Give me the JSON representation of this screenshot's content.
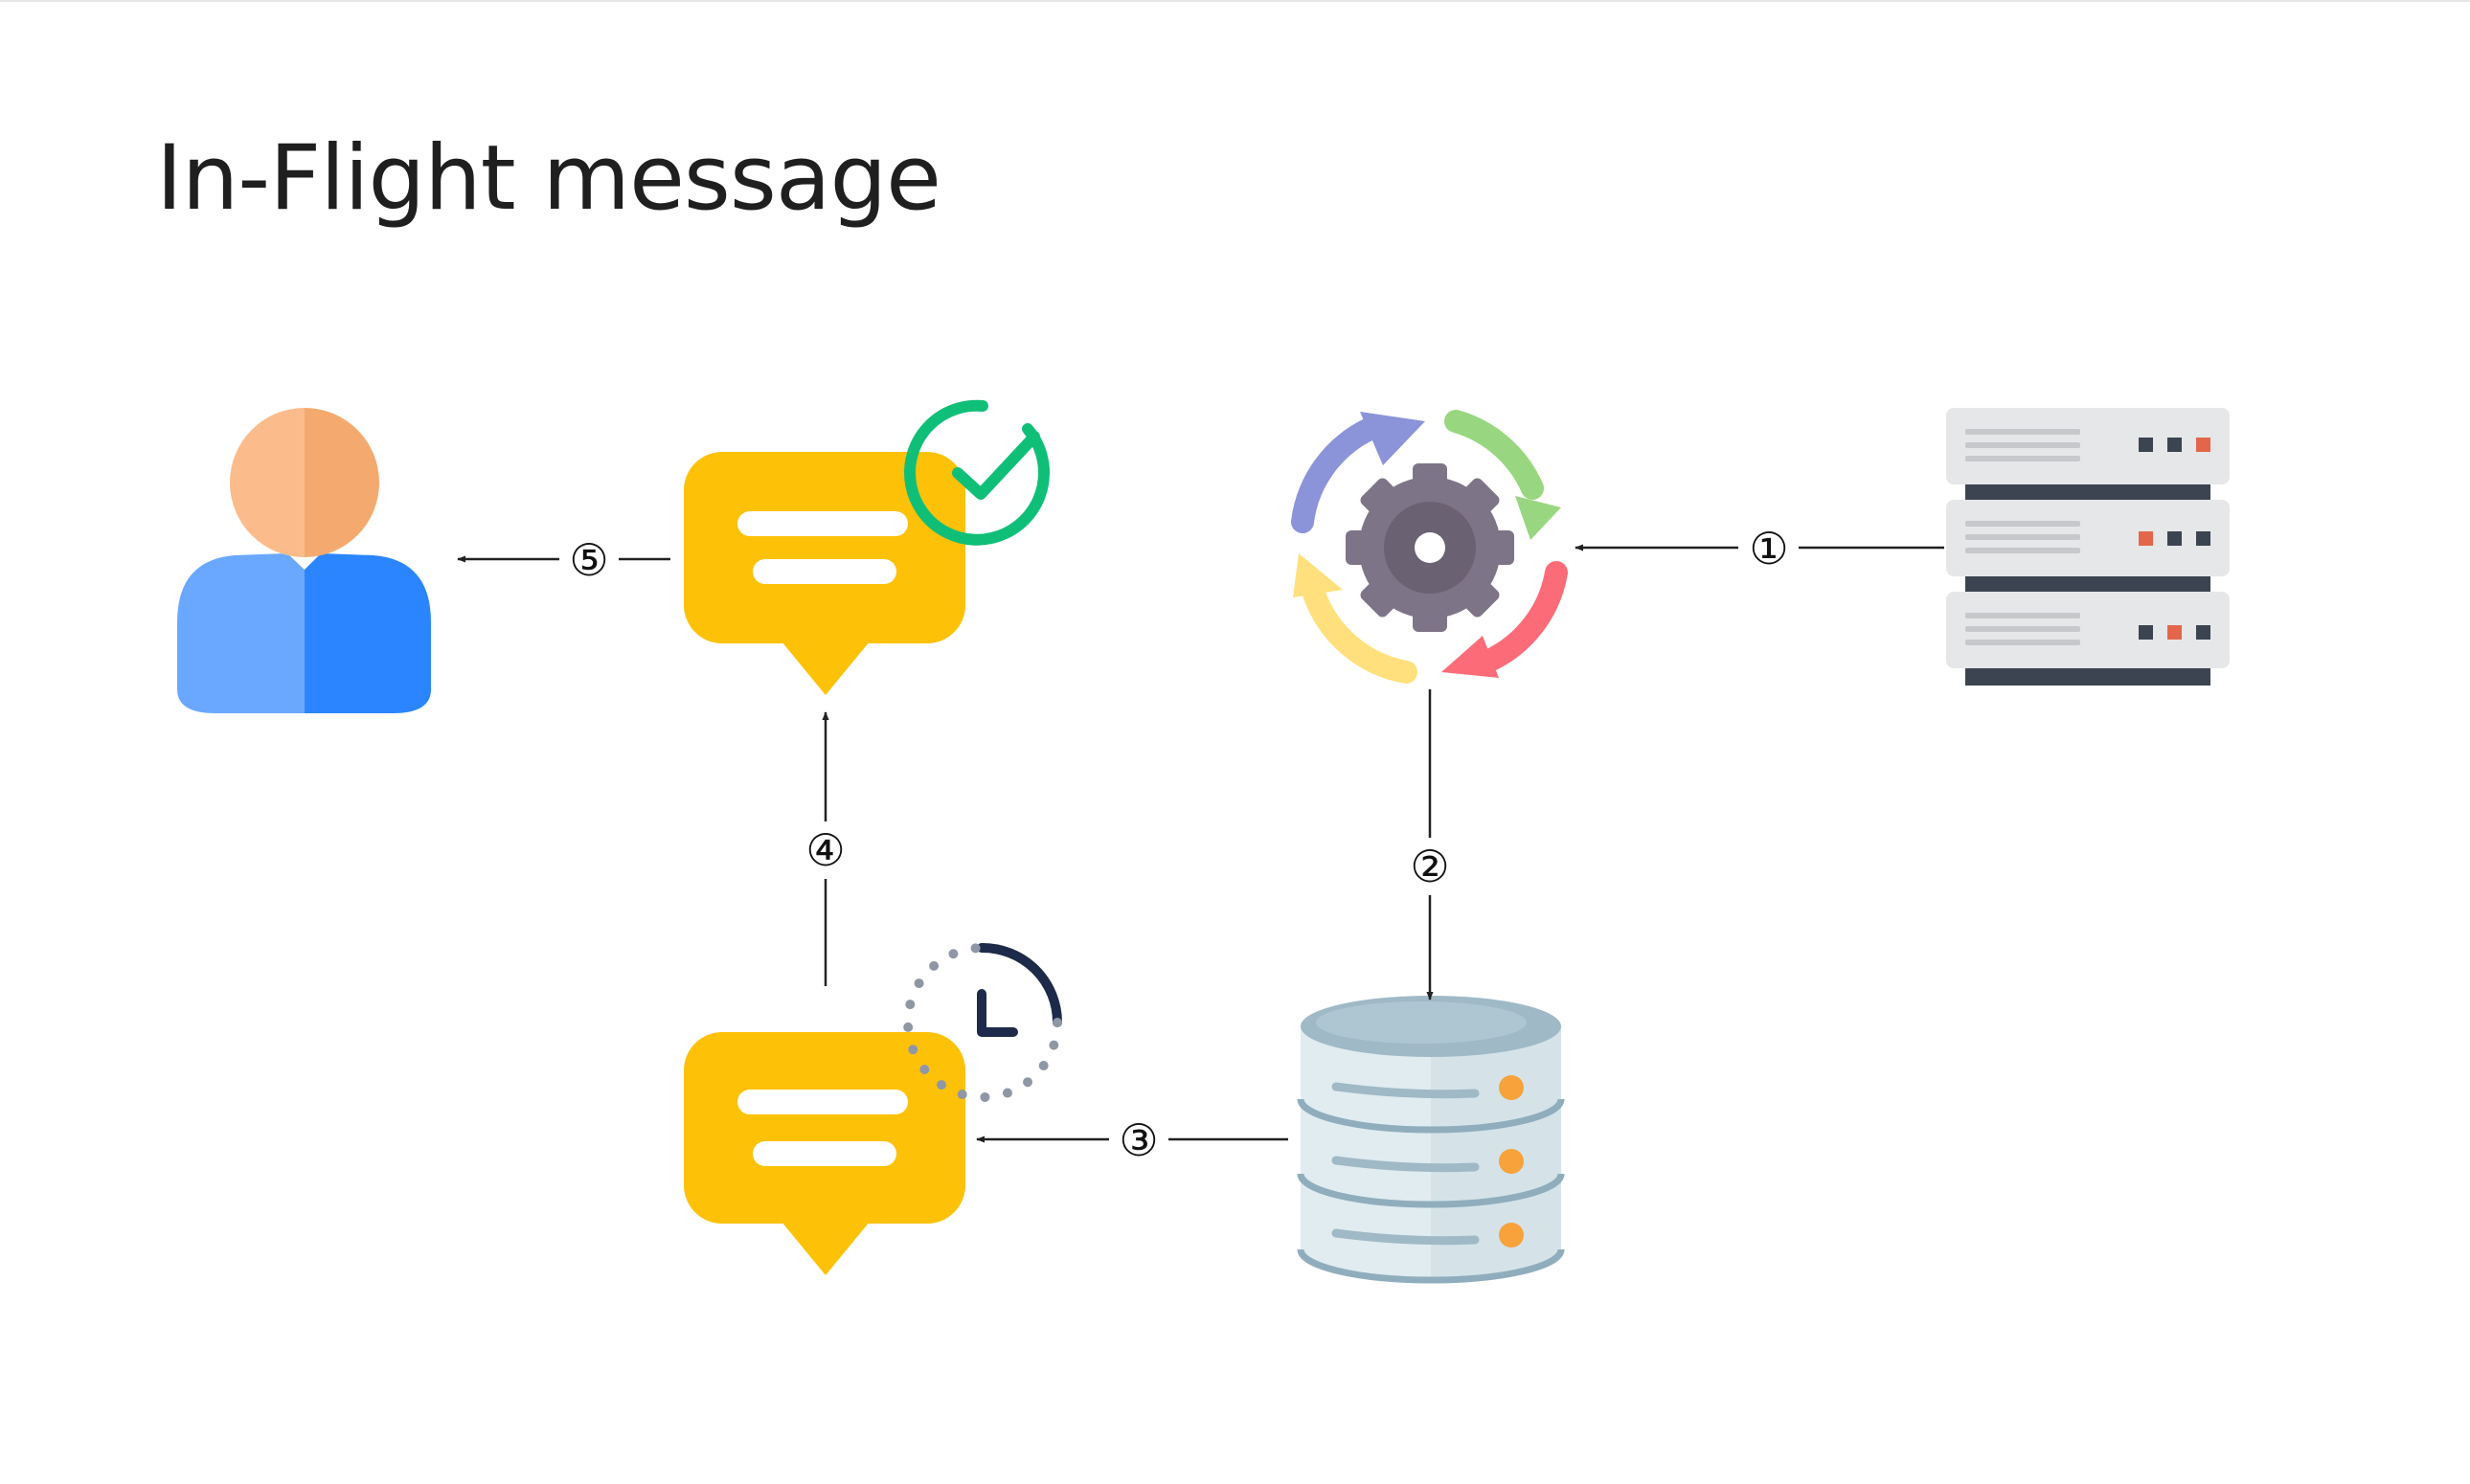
{
  "title": "In-Flight message",
  "steps": [
    {
      "label": "①"
    },
    {
      "label": "②"
    },
    {
      "label": "③"
    },
    {
      "label": "④"
    },
    {
      "label": "⑤"
    }
  ],
  "icons": {
    "user": "user-icon",
    "message_acknowledged": "message-check-icon",
    "message_pending": "message-clock-icon",
    "processor": "gear-cycle-icon",
    "server": "server-rack-icon",
    "database": "database-icon"
  },
  "colors": {
    "message": "#fdc107",
    "check": "#0fbf78",
    "clock": "#1e2a4a",
    "gear": "#7e7487",
    "user_head": "#f7b07c",
    "user_body": "#3c8bff",
    "server": "#e6e7e8",
    "database": "#d5e3e9",
    "arrow": "#222222"
  }
}
